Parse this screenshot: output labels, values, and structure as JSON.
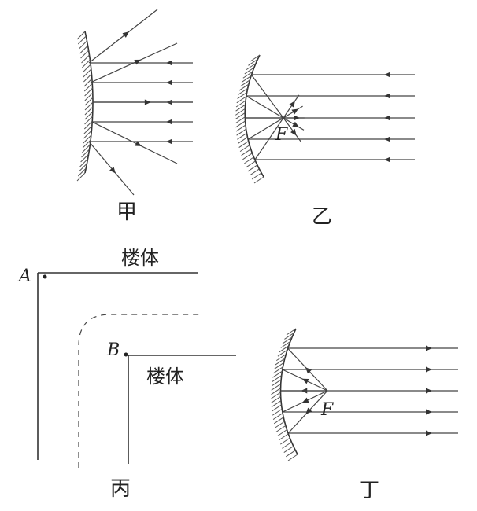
{
  "panels": {
    "jia": {
      "caption": "甲"
    },
    "yi": {
      "caption": "乙",
      "focus": "F"
    },
    "bing": {
      "caption": "丙",
      "point_a": "A",
      "point_b": "B",
      "building_top": "楼体",
      "building_bottom": "楼体"
    },
    "ding": {
      "caption": "丁",
      "focus": "F"
    }
  }
}
